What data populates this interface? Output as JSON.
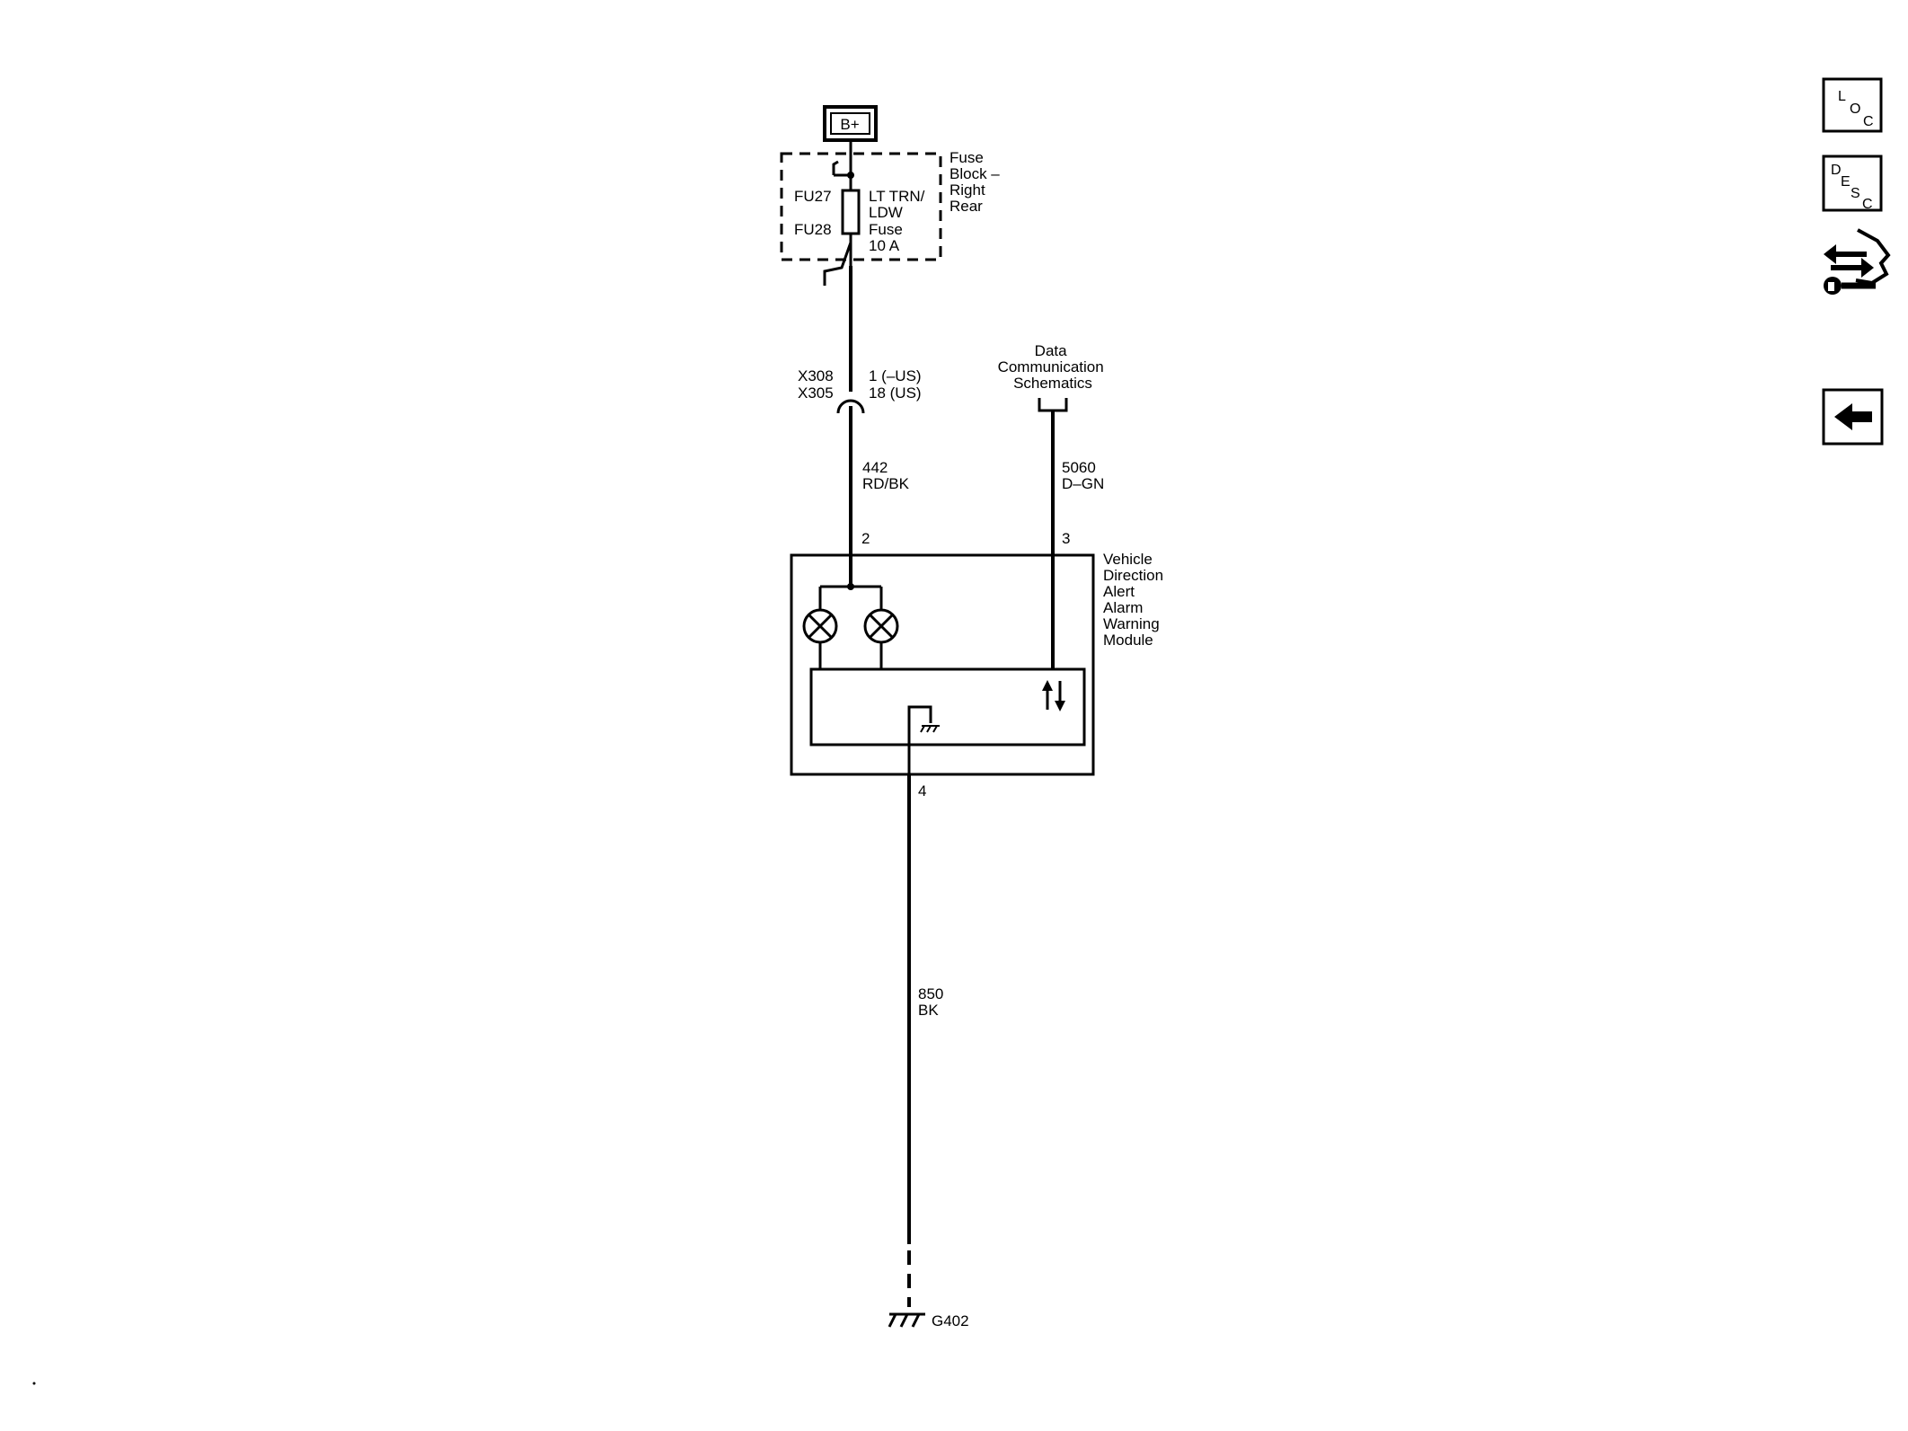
{
  "power_source": {
    "label": "B+"
  },
  "fuse_block": {
    "name_lines": [
      "Fuse",
      "Block –",
      "Right",
      "Rear"
    ],
    "fuse_ids": [
      "FU27",
      "FU28"
    ],
    "fuse_name_lines": [
      "LT TRN/",
      "LDW",
      "Fuse",
      "10 A"
    ]
  },
  "connector": {
    "ids": [
      "X308",
      "X305"
    ],
    "pins": [
      "1 (–US)",
      "18 (US)"
    ]
  },
  "wires": {
    "power": {
      "circuit": "442",
      "color": "RD/BK"
    },
    "data": {
      "circuit": "5060",
      "color": "D–GN"
    },
    "ground": {
      "circuit": "850",
      "color": "BK"
    }
  },
  "data_reference": {
    "lines": [
      "Data",
      "Communication",
      "Schematics"
    ]
  },
  "module": {
    "name_lines": [
      "Vehicle",
      "Direction",
      "Alert",
      "Alarm",
      "Warning",
      "Module"
    ],
    "pins": {
      "power": "2",
      "data": "3",
      "ground": "4"
    }
  },
  "ground_point": {
    "label": "G402"
  },
  "nav": {
    "loc": [
      "L",
      "O",
      "C"
    ],
    "desc": [
      "D",
      "E",
      "S",
      "C"
    ]
  },
  "colors": {
    "ink": "#000000",
    "background": "#ffffff"
  }
}
